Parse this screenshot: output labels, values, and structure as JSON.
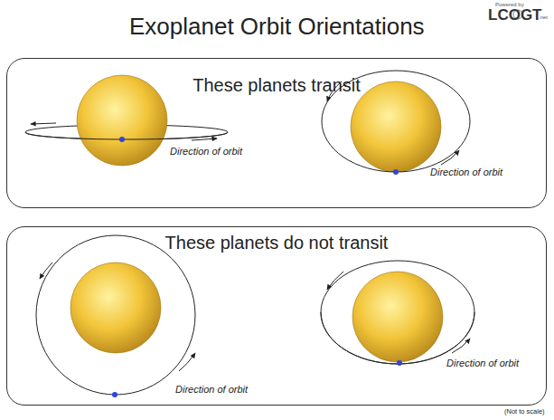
{
  "diagram": {
    "title": "Exoplanet Orbit Orientations",
    "nodes": [
      {
        "text": [
          "These planets transit"
        ]
      },
      {
        "text": [
          "These planets do not transit"
        ]
      }
    ],
    "labels": [
      "Powered by",
      "LCOGT",
      ".net",
      "Direction of orbit",
      "Direction of orbit",
      "Direction of orbit",
      "Direction of orbit",
      "(Not to scale)"
    ]
  }
}
